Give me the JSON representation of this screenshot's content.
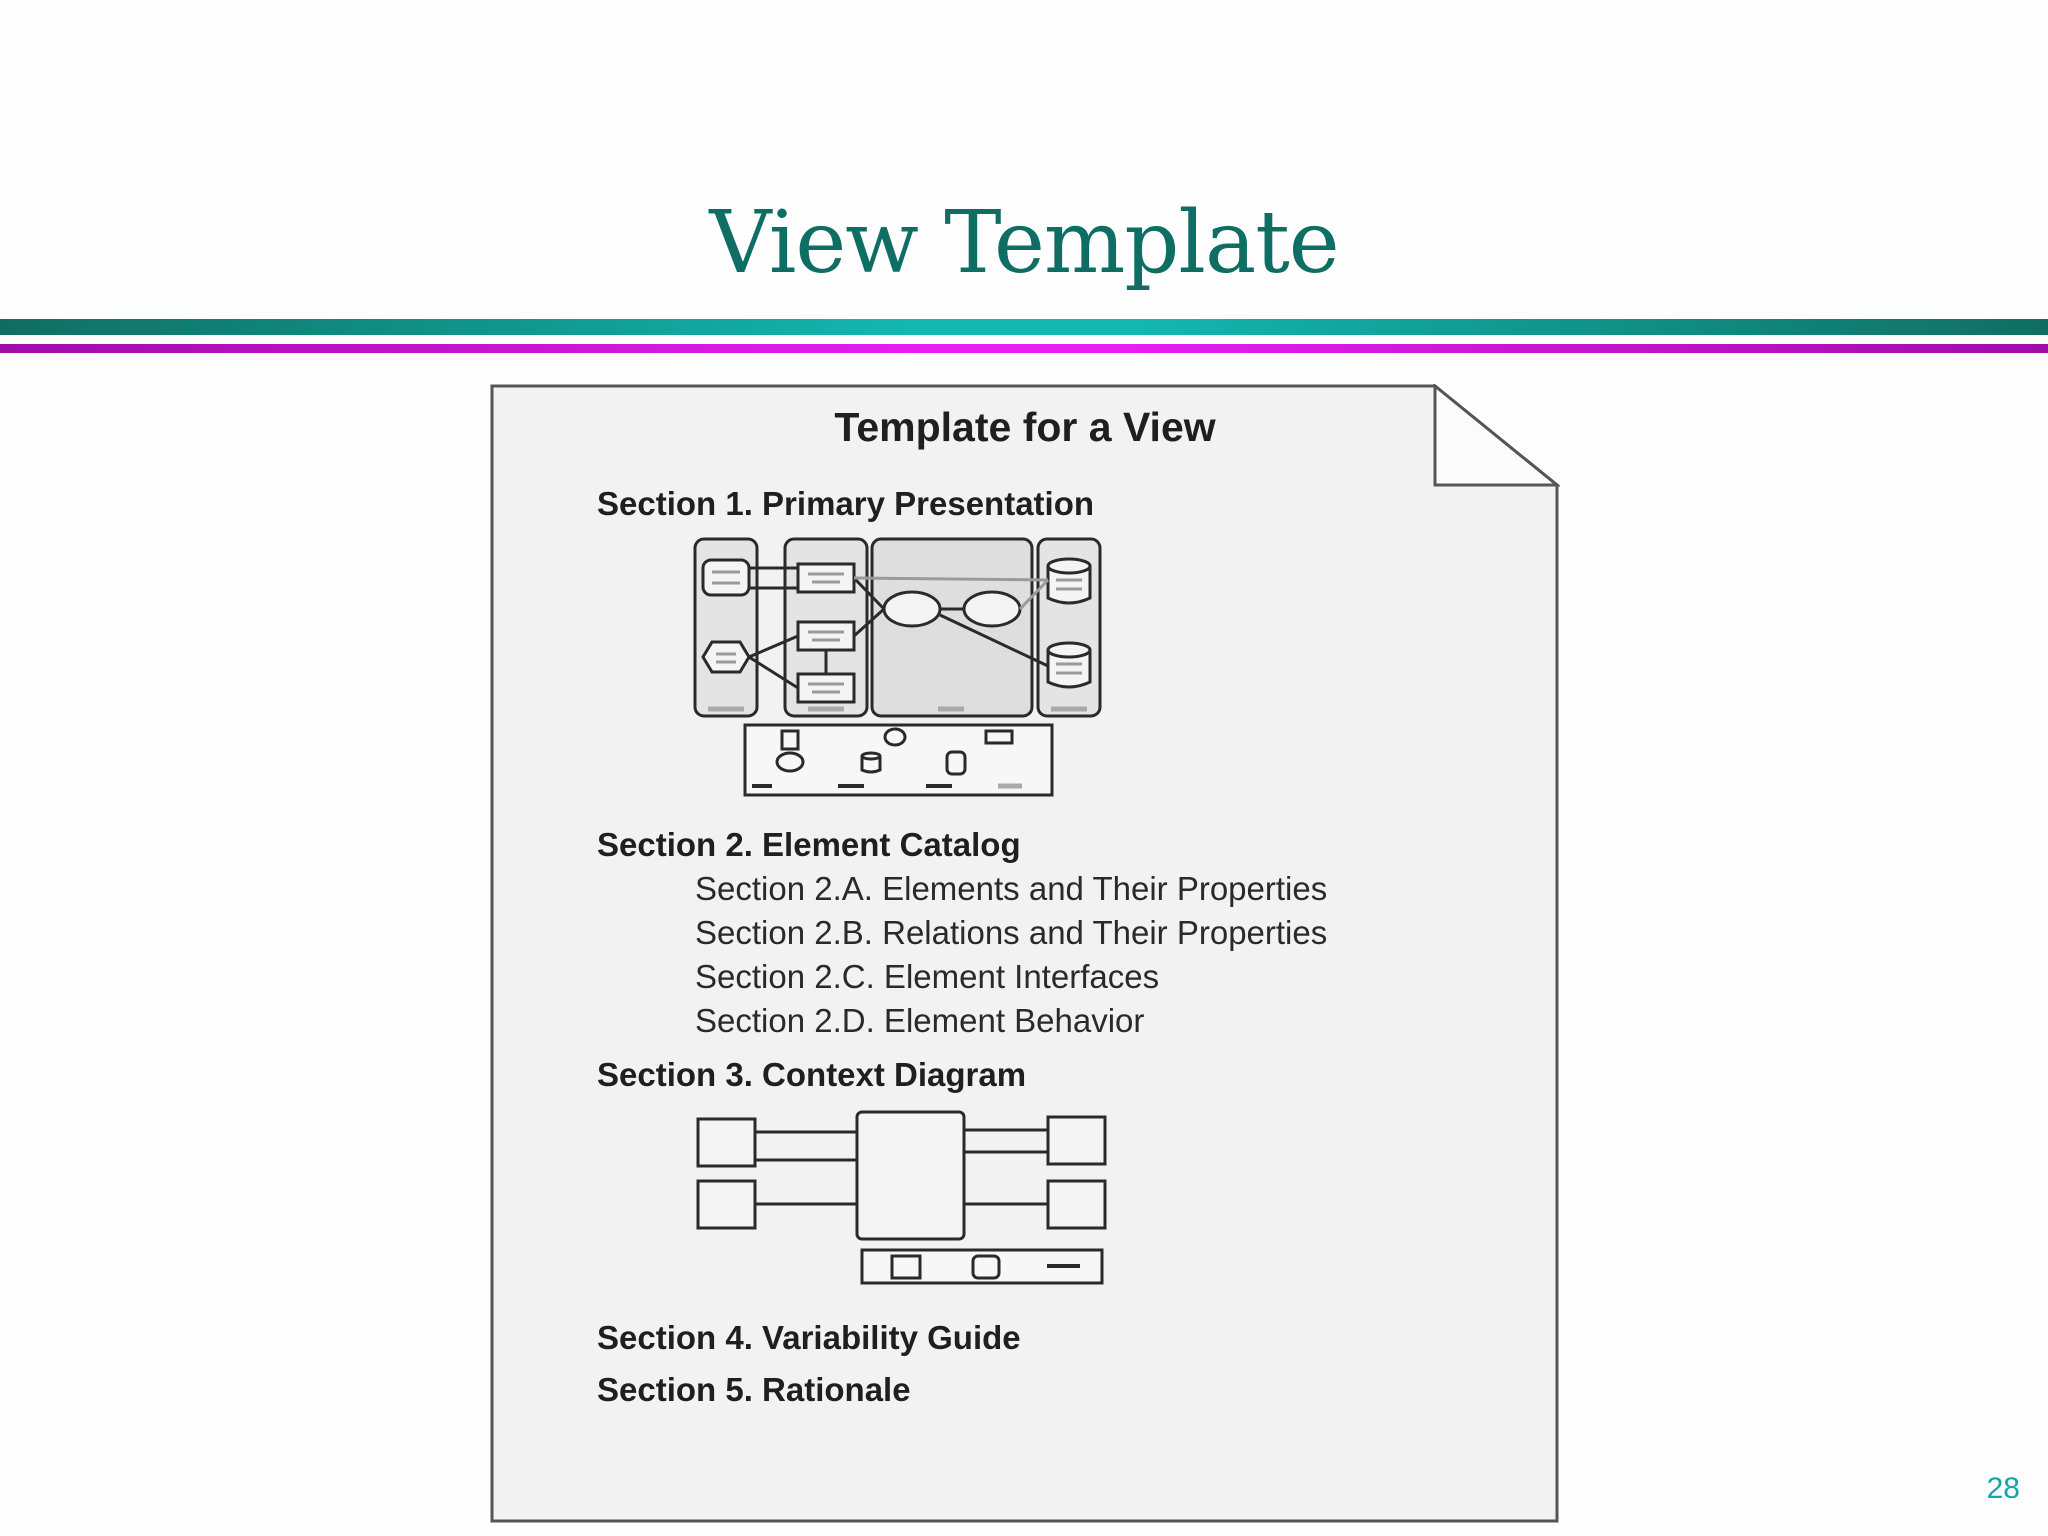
{
  "slide": {
    "title": "View Template",
    "slide_number": "28",
    "colors": {
      "title": "#0f6e63",
      "rule_teal": "#14b7b2",
      "rule_magenta": "#e61ef0",
      "slide_number": "#14a6a6"
    }
  },
  "figure": {
    "heading": "Template for a View",
    "sections": [
      {
        "label": "Section 1. Primary Presentation"
      },
      {
        "label": "Section 2. Element Catalog"
      },
      {
        "label": "Section 3. Context Diagram"
      },
      {
        "label": "Section 4. Variability Guide"
      },
      {
        "label": "Section 5. Rationale"
      }
    ],
    "subsections": [
      {
        "label": "Section 2.A. Elements and Their Properties"
      },
      {
        "label": "Section 2.B. Relations and Their Properties"
      },
      {
        "label": "Section 2.C. Element Interfaces"
      },
      {
        "label": "Section 2.D. Element Behavior"
      }
    ]
  }
}
